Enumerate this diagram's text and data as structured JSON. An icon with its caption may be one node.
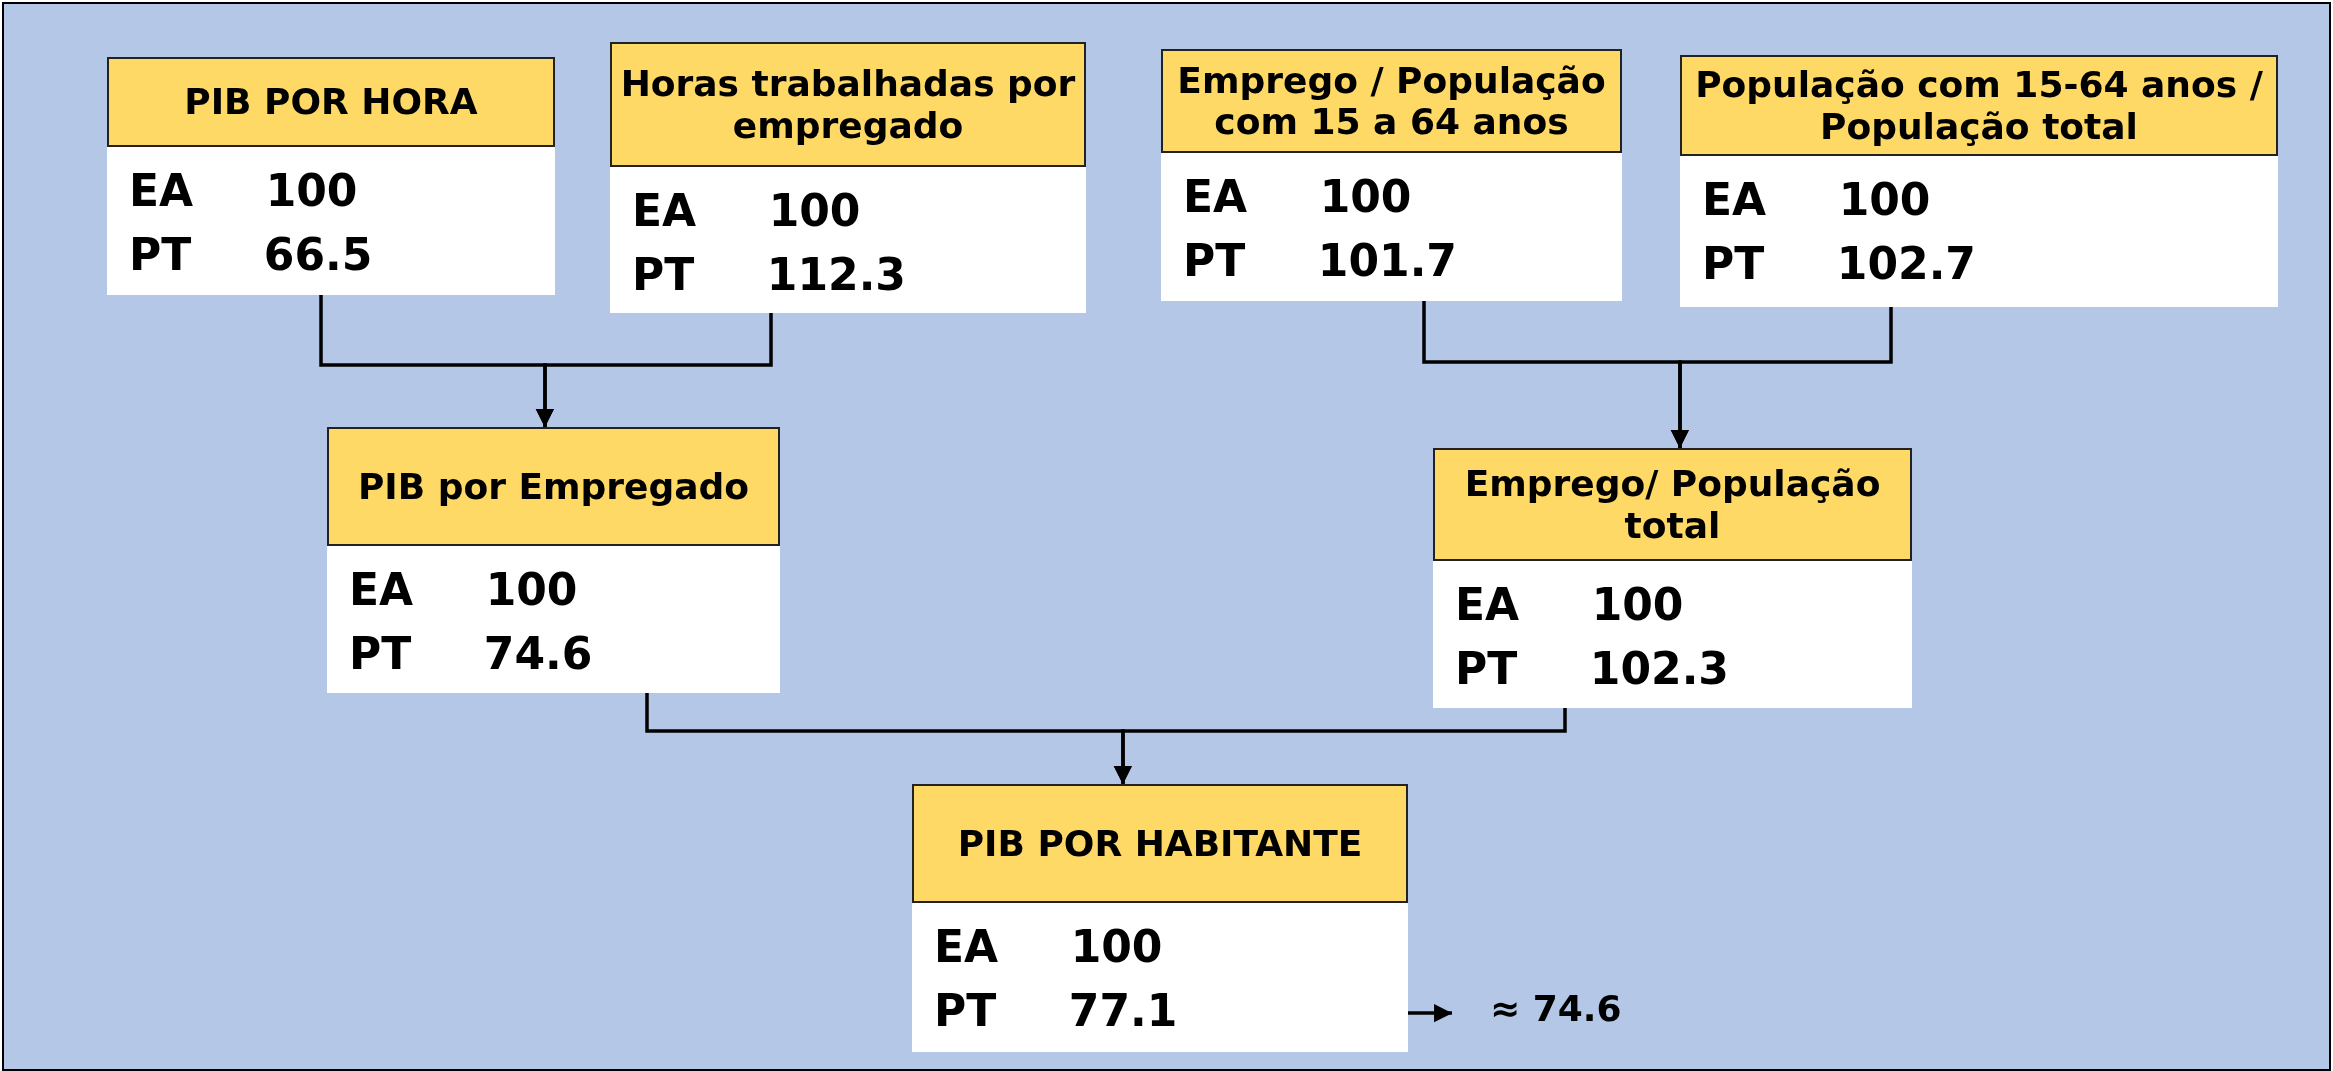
{
  "diagram": {
    "nodes": [
      {
        "text": [
          "PIB POR HORA",
          "EA 100",
          "PT 66.5"
        ]
      },
      {
        "text": [
          "Horas trabalhadas por empregado",
          "EA 100",
          "PT 112.3"
        ]
      },
      {
        "text": [
          "PIB por Empregado",
          "EA 100",
          "PT 74.6"
        ]
      },
      {
        "text": [
          "Emprego / População com 15 a 64 anos",
          "EA 100",
          "PT 101.7"
        ]
      },
      {
        "text": [
          "População com 15-64 anos / População total",
          "EA 100",
          "PT 102.7"
        ]
      },
      {
        "text": [
          "Emprego/ População total",
          "EA 100",
          "PT 102.3"
        ]
      },
      {
        "text": [
          "PIB POR HABITANTE",
          "EA 100",
          "PT 77.1"
        ]
      },
      {
        "text": [
          "≈ 74.6"
        ]
      }
    ],
    "edges": [
      {
        "from": 0,
        "to": 2,
        "arrow": "to"
      },
      {
        "from": 1,
        "to": 2,
        "arrow": "to"
      },
      {
        "from": 3,
        "to": 5,
        "arrow": "to"
      },
      {
        "from": 4,
        "to": 5,
        "arrow": "to"
      },
      {
        "from": 2,
        "to": 6,
        "arrow": "to"
      },
      {
        "from": 5,
        "to": 6,
        "arrow": "to"
      },
      {
        "from": 6,
        "to": 7,
        "arrow": "to"
      }
    ]
  }
}
